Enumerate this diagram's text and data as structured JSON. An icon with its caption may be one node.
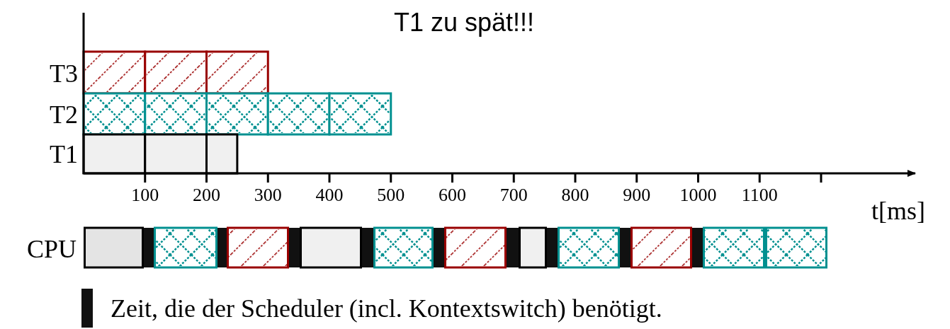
{
  "diagram": {
    "title": "T1 zu spät!!!",
    "labels": [
      "T3",
      "T2",
      "T1",
      "100",
      "200",
      "300",
      "400",
      "500",
      "600",
      "700",
      "800",
      "900",
      "1000",
      "1100",
      "t[ms]",
      "CPU"
    ],
    "legend": [
      {
        "text": "Zeit, die der Scheduler (incl. Kontextswitch) benötigt.",
        "color": "#111111"
      }
    ]
  }
}
